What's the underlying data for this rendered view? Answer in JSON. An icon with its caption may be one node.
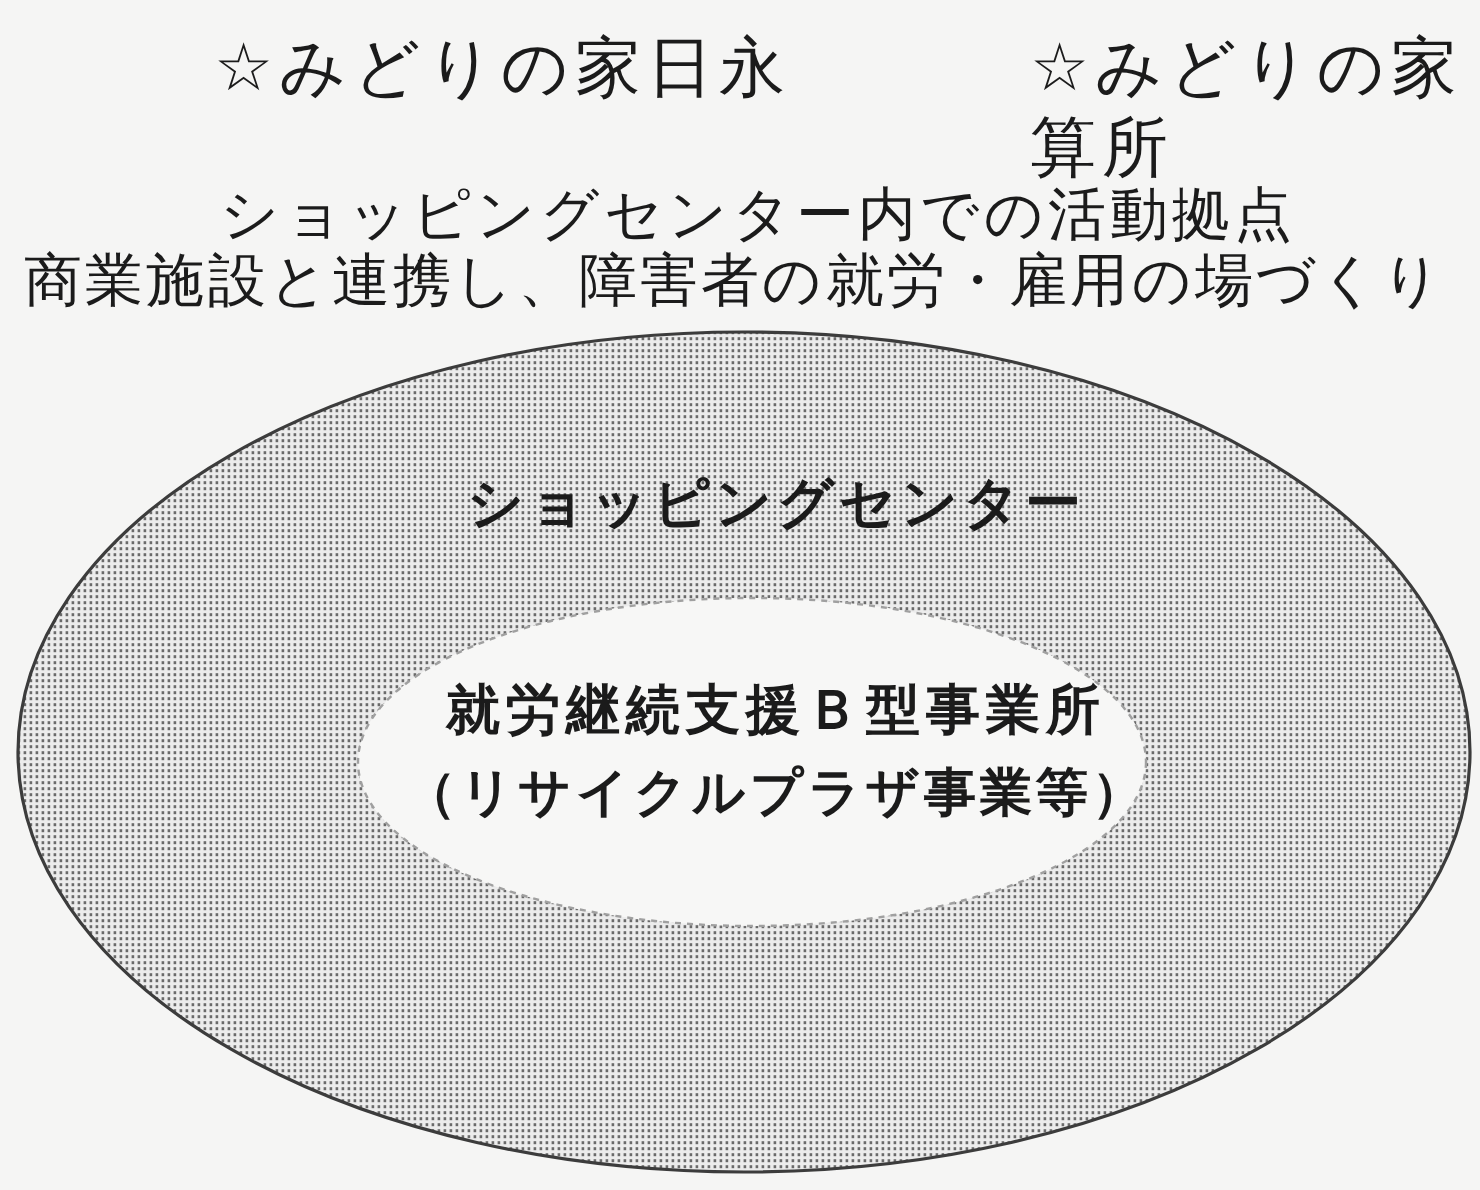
{
  "diagram": {
    "nodes": [
      {
        "text": [
          "ショッピングセンター"
        ]
      },
      {
        "text": [
          "就労継続支援Ｂ型事業所",
          "（リサイクルプラザ事業等）"
        ],
        "in": 0
      }
    ],
    "labels": [
      "☆みどりの家日永",
      "☆みどりの家算所",
      "ショッピングセンター内での活動拠点",
      "商業施設と連携し、障害者の就労・雇用の場づくり"
    ]
  }
}
